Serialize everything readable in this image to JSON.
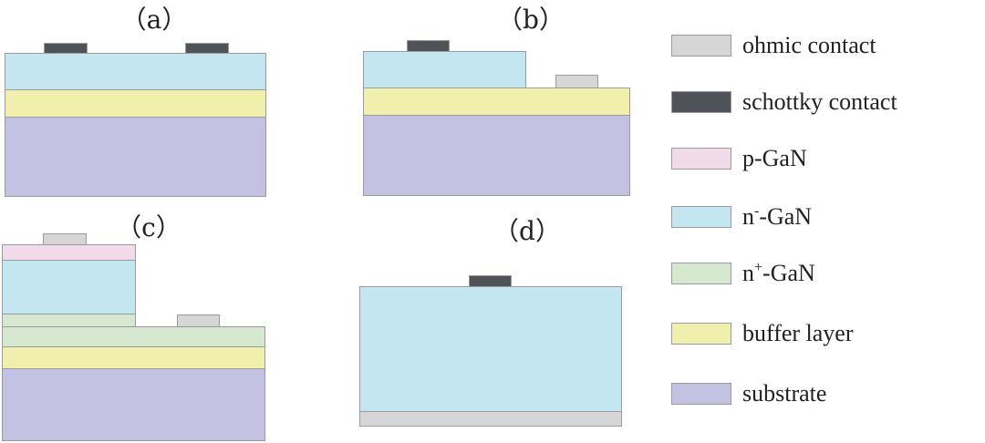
{
  "colors": {
    "ohmic": "#d6d6d6",
    "schottky": "#4f5257",
    "p_gan": "#f1dbe8",
    "n_minus_gan": "#c4e6f0",
    "n_plus_gan": "#d6e9d0",
    "buffer": "#f1efac",
    "substrate": "#c3c2e2"
  },
  "panels": {
    "a": {
      "label": "（a）"
    },
    "b": {
      "label": "（b）"
    },
    "c": {
      "label": "（c）"
    },
    "d": {
      "label": "（d）"
    }
  },
  "legend": {
    "ohmic": {
      "label": "ohmic contact"
    },
    "schottky": {
      "label": "schottky contact"
    },
    "p_gan": {
      "label": "p-GaN"
    },
    "n_minus_gan": {
      "prefix": "n",
      "sup": "-",
      "suffix": "-GaN"
    },
    "n_plus_gan": {
      "prefix": "n",
      "sup": "+",
      "suffix": "-GaN"
    },
    "buffer": {
      "label": "buffer layer"
    },
    "substrate": {
      "label": "substrate"
    }
  }
}
